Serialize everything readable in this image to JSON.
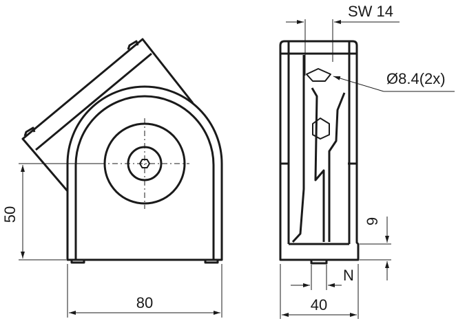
{
  "dimensions": {
    "height_to_axis": "50",
    "width_front": "80",
    "width_side": "40",
    "wrench_size": "SW 14",
    "hole_diameter": "Ø8.4(2x)",
    "base_thickness": "9",
    "slot_label": "N"
  }
}
